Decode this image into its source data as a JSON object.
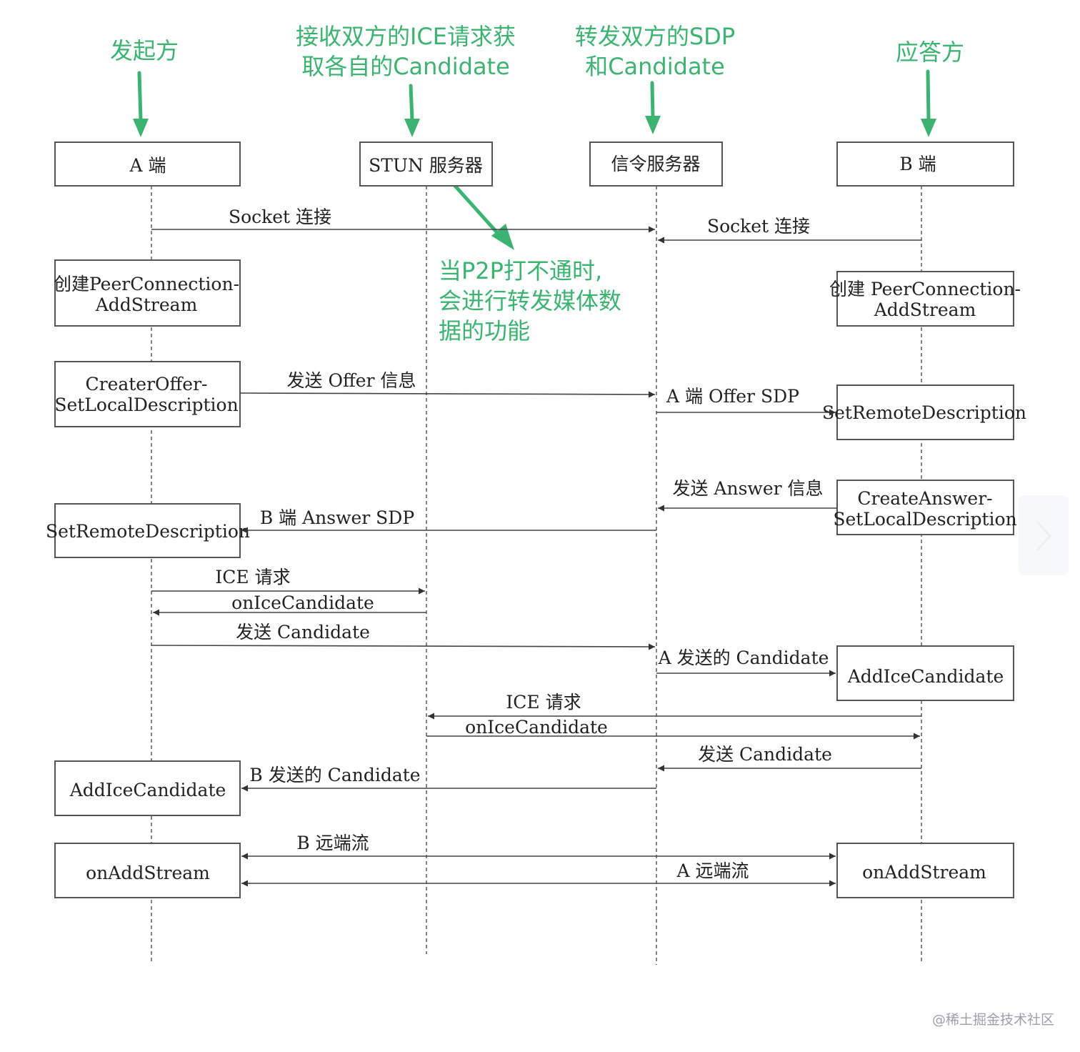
{
  "notes": {
    "initiator": "发起方",
    "stun_role_l1": "接收双方的ICE请求获",
    "stun_role_l2": "取各自的Candidate",
    "signal_role_l1": "转发双方的SDP",
    "signal_role_l2": "和Candidate",
    "responder": "应答方",
    "relay_l1": "当P2P打不通时,",
    "relay_l2": "会进行转发媒体数",
    "relay_l3": "据的功能"
  },
  "participants": {
    "a": "A 端",
    "stun": "STUN 服务器",
    "signal": "信令服务器",
    "b": "B 端"
  },
  "steps": {
    "a_create_l1": "创建PeerConnection-",
    "a_create_l2": "AddStream",
    "b_create_l1": "创建 PeerConnection-",
    "b_create_l2": "AddStream",
    "a_offer_l1": "CreaterOffer-",
    "a_offer_l2": "SetLocalDescription",
    "b_setremote": "SetRemoteDescription",
    "b_answer_l1": "CreateAnswer-",
    "b_answer_l2": "SetLocalDescription",
    "a_setremote": "SetRemoteDescription",
    "b_addice": "AddIceCandidate",
    "a_addice": "AddIceCandidate",
    "a_onadd": "onAddStream",
    "b_onadd": "onAddStream"
  },
  "messages": {
    "socket_a": "Socket 连接",
    "socket_b": "Socket 连接",
    "send_offer": "发送 Offer 信息",
    "a_offer_sdp": "A 端 Offer SDP",
    "send_answer": "发送 Answer 信息",
    "b_answer_sdp": "B 端 Answer SDP",
    "ice_req_a": "ICE 请求",
    "onice_a": "onIceCandidate",
    "send_cand_a": "发送 Candidate",
    "a_sent_cand": "A 发送的 Candidate",
    "ice_req_b": "ICE 请求",
    "onice_b": "onIceCandidate",
    "send_cand_b": "发送 Candidate",
    "b_sent_cand": "B 发送的 Candidate",
    "b_remote": "B 远端流",
    "a_remote": "A 远端流"
  },
  "watermark": "@稀土掘金技术社区",
  "colors": {
    "accent": "#3cb371",
    "line": "#444444",
    "box": "#555555"
  }
}
